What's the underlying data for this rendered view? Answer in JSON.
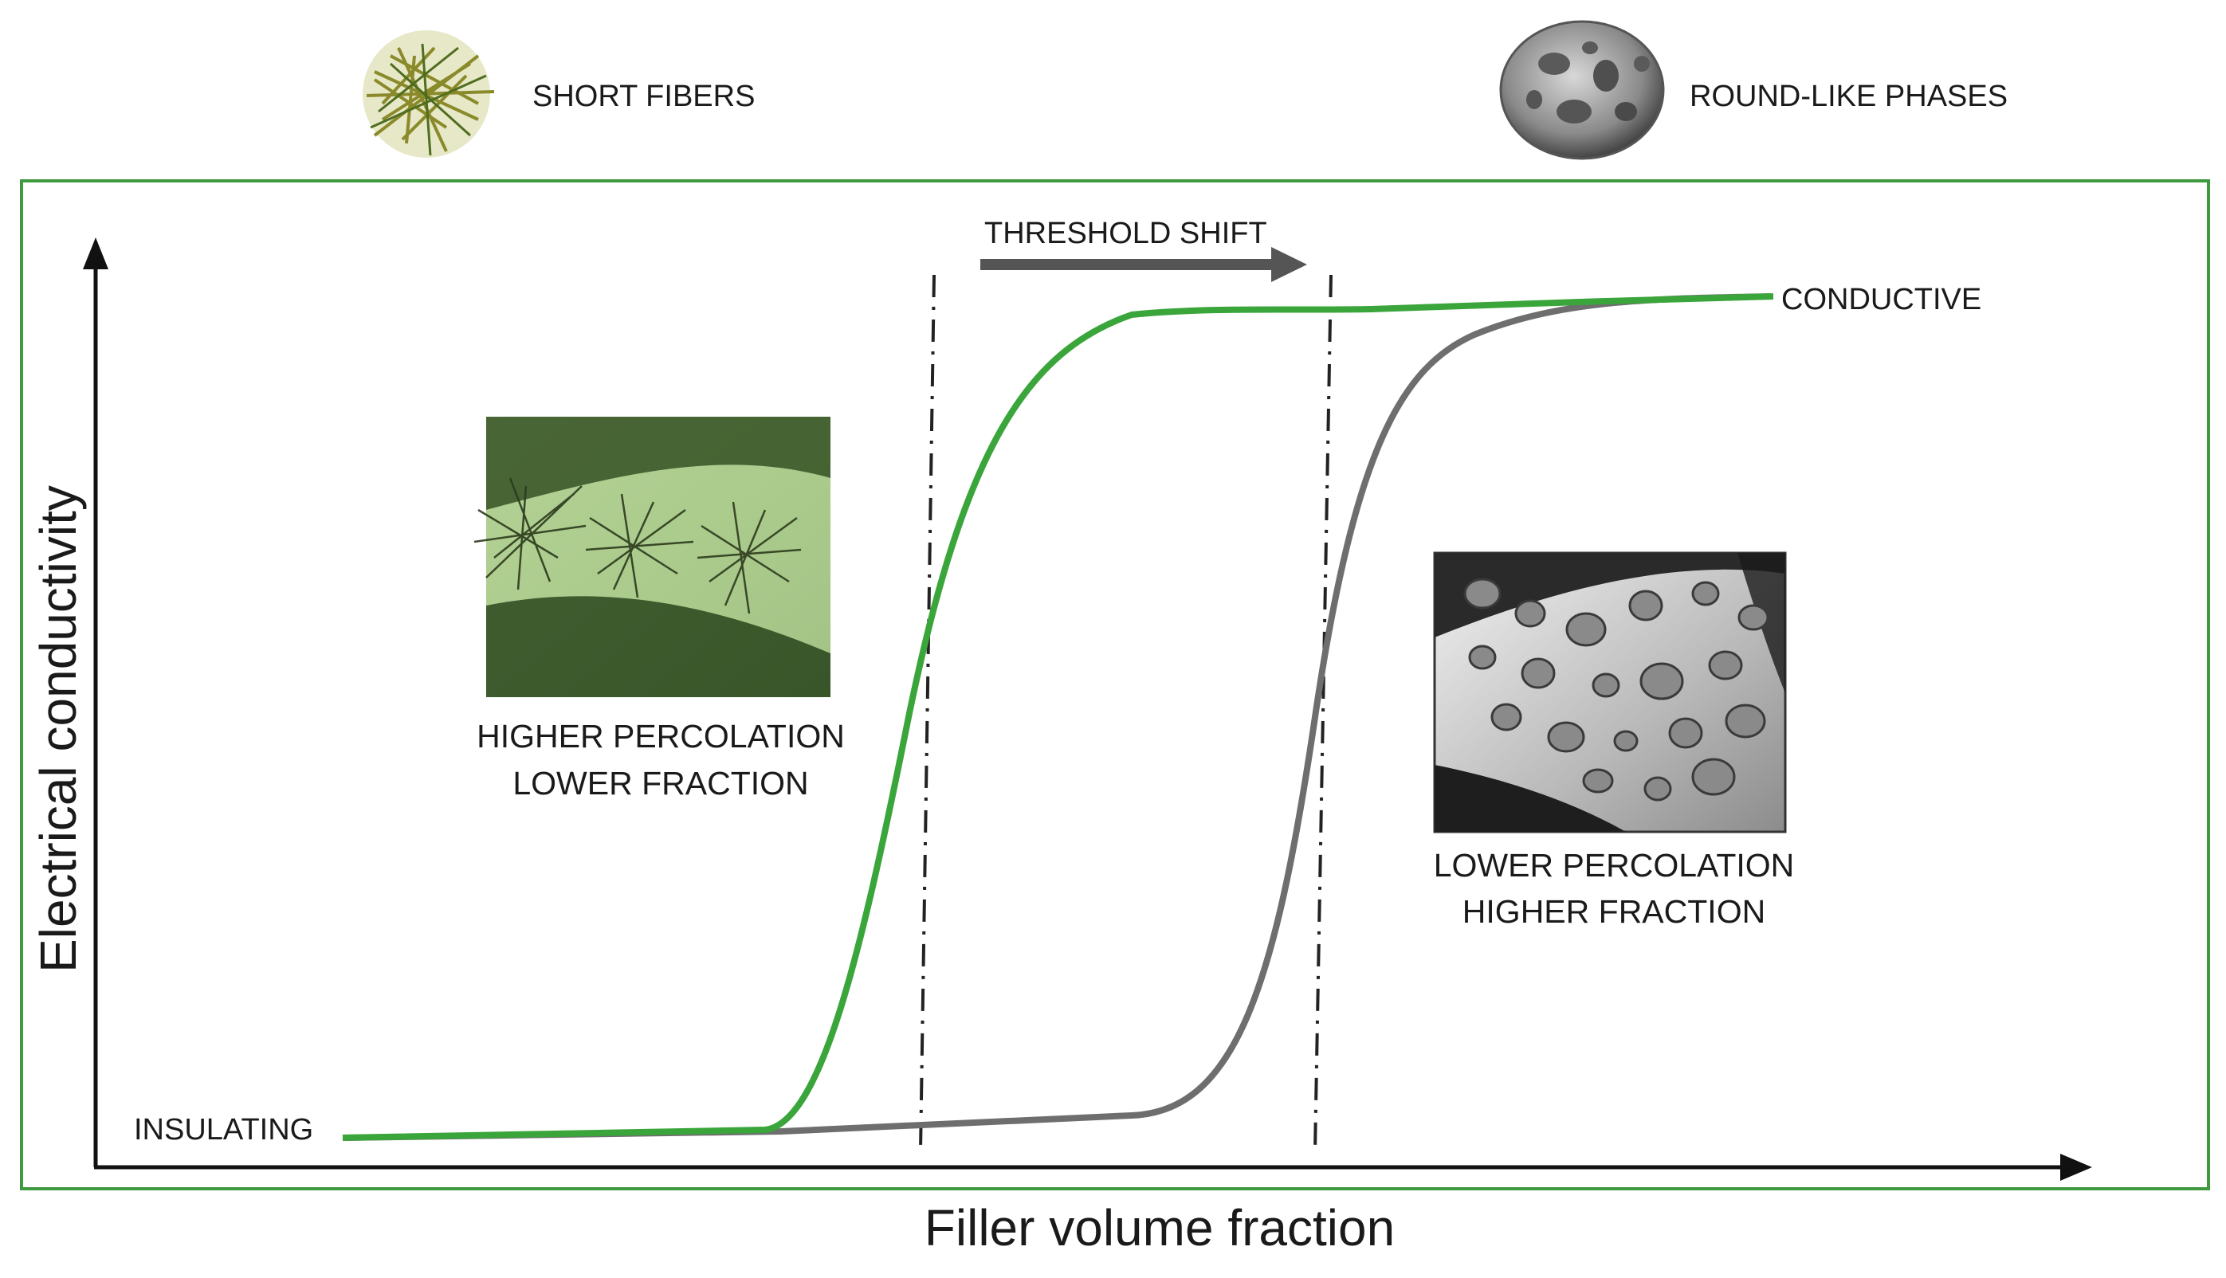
{
  "legend": {
    "short_fibers": "SHORT FIBERS",
    "round_like": "ROUND-LIKE PHASES"
  },
  "annotations": {
    "threshold_shift": "THRESHOLD SHIFT",
    "conductive": "CONDUCTIVE",
    "insulating": "INSULATING",
    "fibers_caption_1": "HIGHER PERCOLATION",
    "fibers_caption_2": "LOWER FRACTION",
    "phases_caption_1": "LOWER PERCOLATION",
    "phases_caption_2": "HIGHER FRACTION"
  },
  "axes": {
    "x_label": "Filler volume fraction",
    "y_label": "Electrical conductivity"
  },
  "curves": {
    "fibers_color": "#3aa53a",
    "phases_color": "#6e6e6e"
  },
  "colors": {
    "frame": "#3f9a3f",
    "axis": "#111111"
  }
}
